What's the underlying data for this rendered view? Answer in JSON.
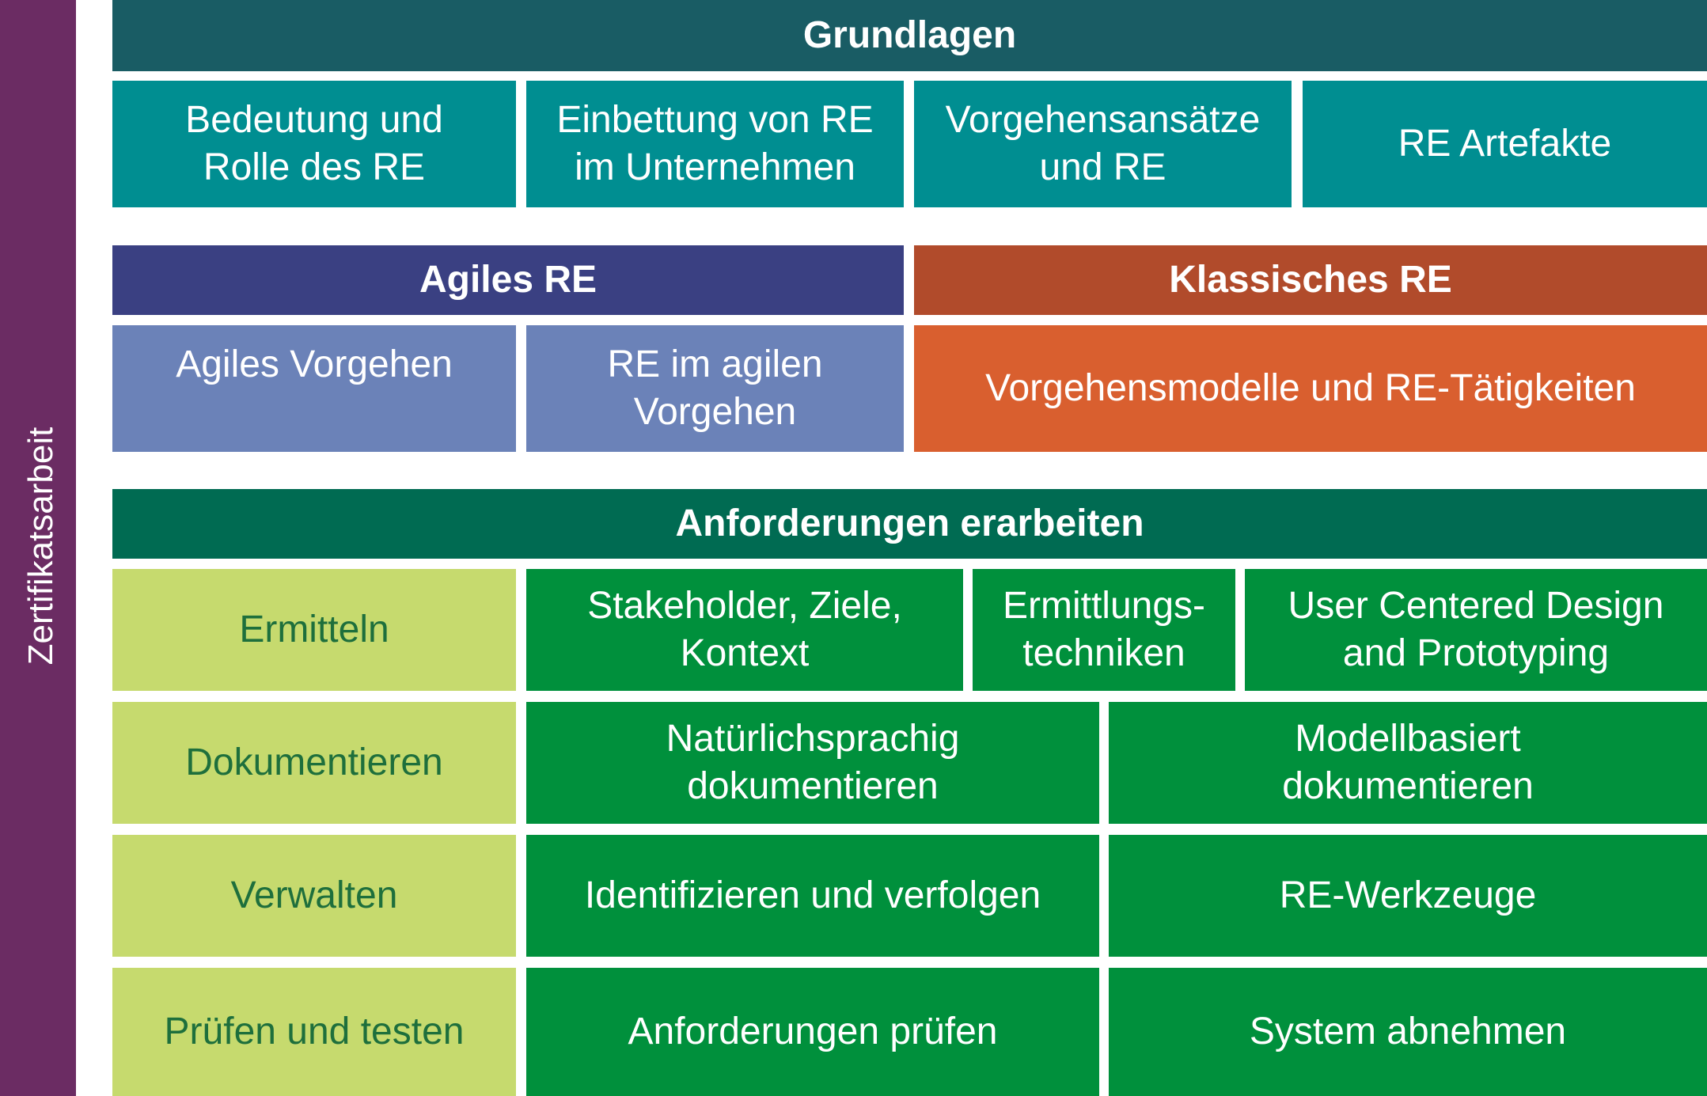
{
  "sidebar": {
    "label": "Zertifikatsarbeit"
  },
  "grundlagen": {
    "title": "Grundlagen",
    "items": [
      "Bedeutung und\nRolle des RE",
      "Einbettung von RE\nim Unternehmen",
      "Vorgehensansätze\nund RE",
      "RE Artefakte"
    ]
  },
  "agiles": {
    "title": "Agiles RE",
    "items": [
      "Agiles Vorgehen",
      "RE im agilen\nVorgehen"
    ]
  },
  "klassisches": {
    "title": "Klassisches RE",
    "items": [
      "Vorgehensmodelle und RE-Tätigkeiten"
    ]
  },
  "anforderungen": {
    "title": "Anforderungen erarbeiten",
    "rows": [
      {
        "label": "Ermitteln",
        "items": [
          "Stakeholder, Ziele,\nKontext",
          "Ermittlungs-\ntechniken",
          "User Centered Design\nand Prototyping"
        ]
      },
      {
        "label": "Dokumentieren",
        "items": [
          "Natürlichsprachig\ndokumentieren",
          "Modellbasiert\ndokumentieren"
        ]
      },
      {
        "label": "Verwalten",
        "items": [
          "Identifizieren und verfolgen",
          "RE-Werkzeuge"
        ]
      },
      {
        "label": "Prüfen und testen",
        "items": [
          "Anforderungen prüfen",
          "System abnehmen"
        ]
      }
    ]
  },
  "colors": {
    "sidebar": "#6b2c63",
    "grundlagen_header": "#195c64",
    "grundlagen_items": "#008e91",
    "agiles_header": "#3a4082",
    "agiles_items": "#6b82b8",
    "klassisches_header": "#b14b2b",
    "klassisches_items": "#d95f2f",
    "anforderungen_header": "#006b52",
    "row_labels": "#c6da6e",
    "anforderungen_items": "#00903c"
  }
}
